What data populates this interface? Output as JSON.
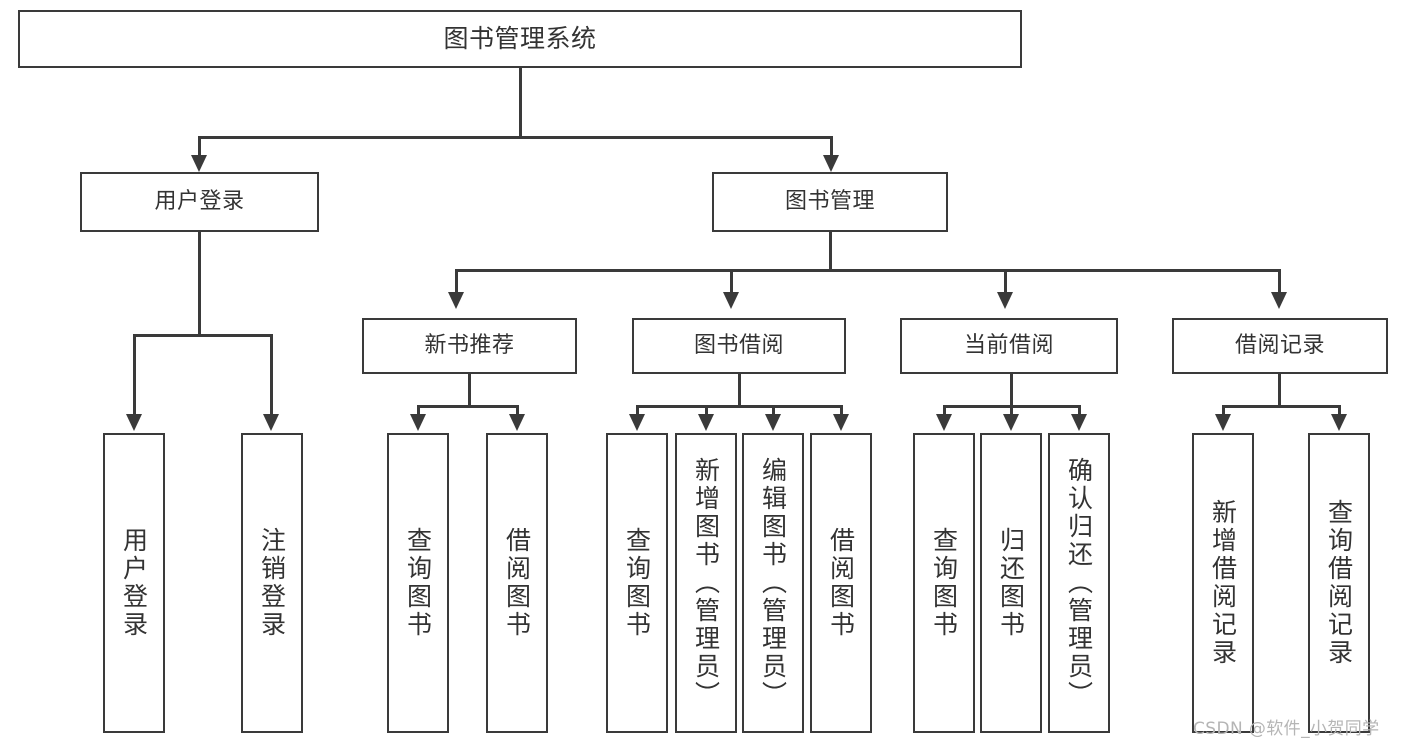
{
  "diagram": {
    "type": "tree-hierarchy-chart",
    "title": "图书管理系统",
    "root": {
      "id": "root",
      "label": "图书管理系统"
    },
    "level1": [
      {
        "id": "user-login",
        "label": "用户登录"
      },
      {
        "id": "book-management",
        "label": "图书管理"
      }
    ],
    "level2": [
      {
        "id": "new-book-recommend",
        "label": "新书推荐",
        "parent": "book-management"
      },
      {
        "id": "book-borrow",
        "label": "图书借阅",
        "parent": "book-management"
      },
      {
        "id": "current-borrow",
        "label": "当前借阅",
        "parent": "book-management"
      },
      {
        "id": "borrow-record",
        "label": "借阅记录",
        "parent": "book-management"
      }
    ],
    "leaves": {
      "user-login": [
        {
          "id": "leaf-user-login",
          "label": "用户登录"
        },
        {
          "id": "leaf-user-logout",
          "label": "注销登录"
        }
      ],
      "new-book-recommend": [
        {
          "id": "leaf-query-book-1",
          "label": "查询图书"
        },
        {
          "id": "leaf-borrow-book-1",
          "label": "借阅图书"
        }
      ],
      "book-borrow": [
        {
          "id": "leaf-query-book-2",
          "label": "查询图书"
        },
        {
          "id": "leaf-add-book",
          "label": "新增图书（管理员）"
        },
        {
          "id": "leaf-edit-book",
          "label": "编辑图书（管理员）"
        },
        {
          "id": "leaf-borrow-book-2",
          "label": "借阅图书"
        }
      ],
      "current-borrow": [
        {
          "id": "leaf-query-book-3",
          "label": "查询图书"
        },
        {
          "id": "leaf-return-book",
          "label": "归还图书"
        },
        {
          "id": "leaf-confirm-return",
          "label": "确认归还（管理员）"
        }
      ],
      "borrow-record": [
        {
          "id": "leaf-add-record",
          "label": "新增借阅记录"
        },
        {
          "id": "leaf-query-record",
          "label": "查询借阅记录"
        }
      ]
    },
    "watermark": "CSDN @软件_小贺同学",
    "colors": {
      "stroke": "#3a3a3a",
      "text": "#333333",
      "background": "#ffffff",
      "watermark": "#b5b5b5"
    }
  }
}
